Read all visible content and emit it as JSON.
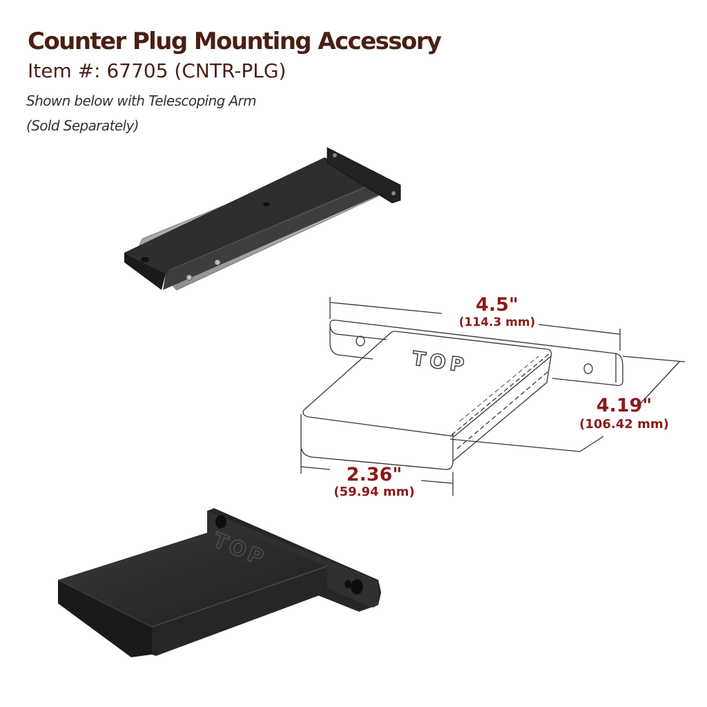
{
  "header": {
    "title": "Counter Plug Mounting Accessory",
    "item_number": "Item #: 67705 (CNTR-PLG)",
    "note_line1": "Shown below with Telescoping Arm",
    "note_line2": "(Sold Separately)"
  },
  "diagram": {
    "top_label": "TOP",
    "dimensions": {
      "width_in": "4.5\"",
      "width_mm": "(114.3 mm)",
      "depth_in": "4.19\"",
      "depth_mm": "(106.42 mm)",
      "height_in": "2.36\"",
      "height_mm": "(59.94 mm)"
    }
  },
  "colors": {
    "title": "#4a1f14",
    "dimension_text": "#8b1a1a",
    "product_body": "#2b2b2b"
  }
}
